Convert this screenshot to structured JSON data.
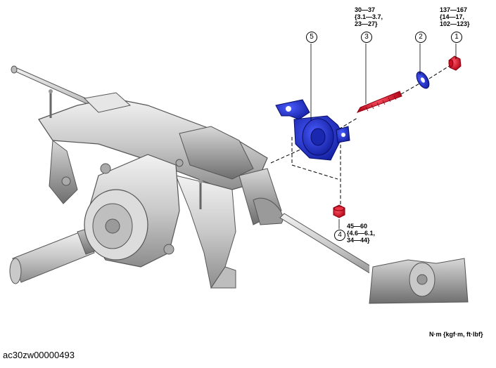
{
  "figure_id": "ac30zw00000493",
  "units_note": "N·m {kgf·m, ft·lbf}",
  "callouts": [
    "1",
    "2",
    "3",
    "4",
    "5"
  ],
  "torque_specs": {
    "item1": [
      "137—167",
      "{14—17,",
      "102—123}"
    ],
    "item3": [
      "30—37",
      "{3.1—3.7,",
      "23—27}"
    ],
    "item4": [
      "45—60",
      "{4.6—6.1,",
      "34—44}"
    ]
  },
  "colors": {
    "highlight_part": "#2233cc",
    "fastener": "#dd1122",
    "assembly": "#c8c8c8"
  },
  "icons": [
    "nut-icon",
    "washer-icon",
    "bolt-icon",
    "nut-icon",
    "bracket-icon"
  ]
}
